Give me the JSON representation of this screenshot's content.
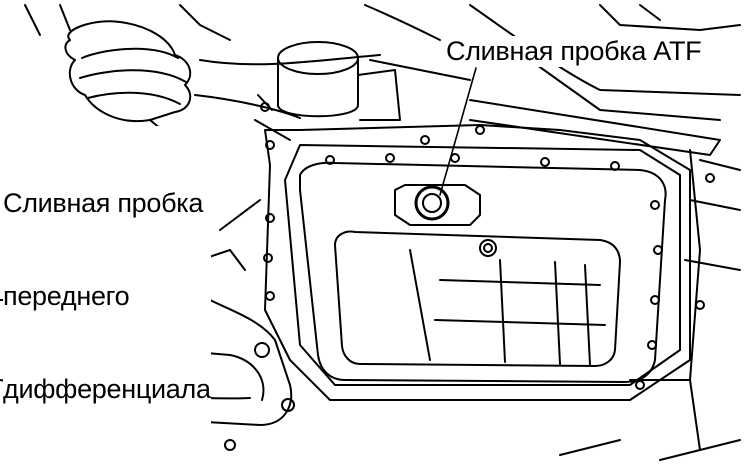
{
  "labels": {
    "atf_drain_plug": "Сливная пробка ATF",
    "front_diff_drain_plug": {
      "line1": "Сливная пробка",
      "line2": "переднего",
      "line3": "дифференциала"
    }
  },
  "colors": {
    "line": "#000000",
    "background": "#ffffff"
  }
}
